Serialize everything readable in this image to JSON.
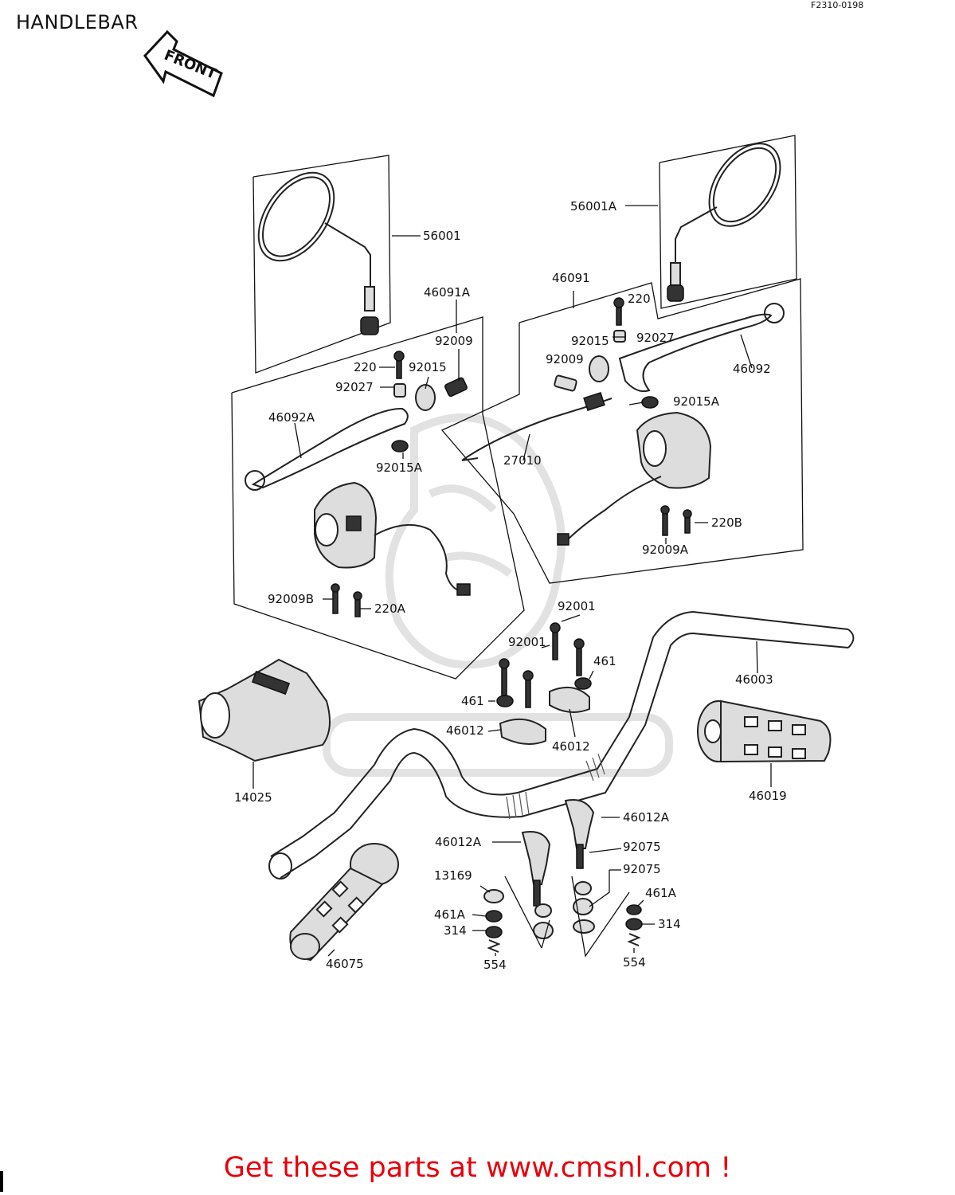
{
  "header": {
    "title": "HANDLEBAR",
    "figure_code": "F2310-0198",
    "front_arrow_label": "FRONT"
  },
  "callouts": {
    "c56001": "56001",
    "c56001A": "56001A",
    "c46091A": "46091A",
    "c46091": "46091",
    "c92009_left": "92009",
    "c220_left": "220",
    "c92015_left": "92015",
    "c92027_left": "92027",
    "c46092A": "46092A",
    "c92015A_left": "92015A",
    "c92009B": "92009B",
    "c220A": "220A",
    "c220_right": "220",
    "c92015_right": "92015",
    "c92027_right": "92027",
    "c92009_right": "92009",
    "c46092": "46092",
    "c92015A_right": "92015A",
    "c27010": "27010",
    "c220B": "220B",
    "c92009A": "92009A",
    "c92001_a": "92001",
    "c92001_b": "92001",
    "c461_right": "461",
    "c461_left": "461",
    "c46012_left": "46012",
    "c46012_right": "46012",
    "c46003": "46003",
    "c14025": "14025",
    "c46019": "46019",
    "c46012A_right": "46012A",
    "c46012A_left": "46012A",
    "c92075_a": "92075",
    "c92075_b": "92075",
    "c13169": "13169",
    "c461A_left": "461A",
    "c314_left": "314",
    "c554_left": "554",
    "c461A_right": "461A",
    "c314_right": "314",
    "c554_right": "554",
    "c46075": "46075"
  },
  "footer": {
    "link_text": "Get these parts at www.cmsnl.com !",
    "link_color": "#e8000b"
  }
}
